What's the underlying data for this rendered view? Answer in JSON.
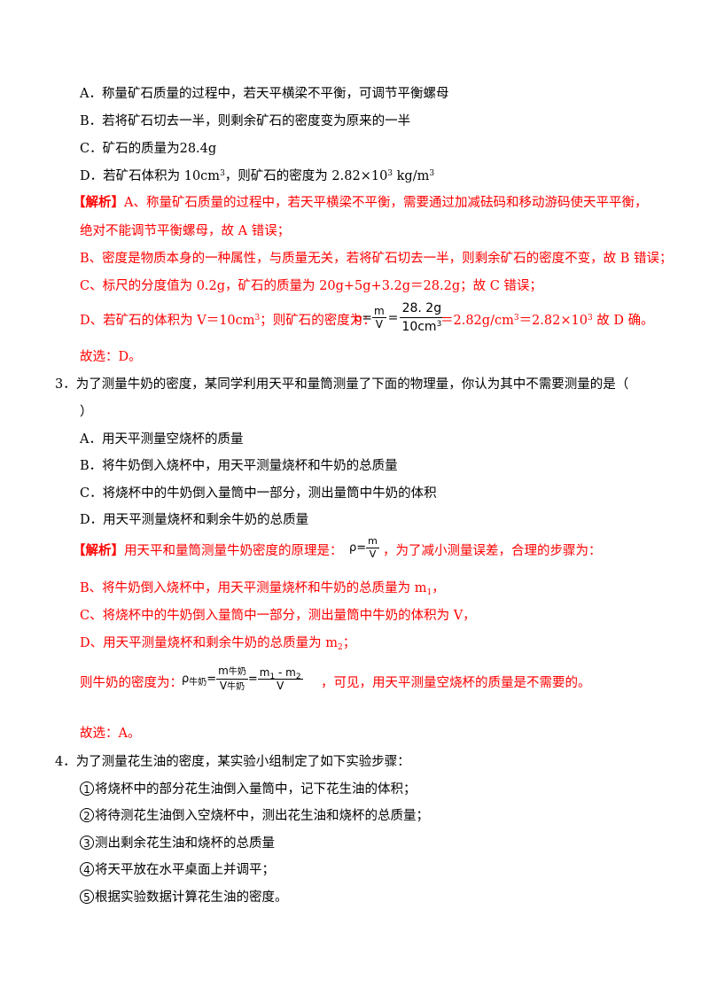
{
  "options_q2": {
    "a": "A．称量矿石质量的过程中，若天平横梁不平衡，可调节平衡螺母",
    "b": "B．若将矿石切去一半，则剩余矿石的密度变为原来的一半",
    "c": "C．矿石的质量为28.4g",
    "d_pre": "D．若矿石体积为 10cm",
    "d_mid": "，则矿石的密度为 2.82×10",
    "d_unit": " kg/m"
  },
  "analysis_q2": {
    "tag": "【解析】",
    "a1": "A、称量矿石质量的过程中，若天平横梁不平衡，需要通过加减砝码和移动游码使天平平衡，",
    "a2": "绝对不能调节平衡螺母，故 A 错误；",
    "b": "B、密度是物质本身的一种属性，与质量无关，若将矿石切去一半，则剩余矿石的密度不变，故 B 错误；",
    "c": "C、标尺的分度值为 0.2g，矿石的质量为 20g+5g+3.2g＝28.2g；故 C 错误；",
    "d_pre": "D、若矿石的体积为 V＝10cm",
    "d_mid": "；则矿石的密度为：",
    "rho": "ρ",
    "f_m": "m",
    "f_v": "V",
    "f_num": "28. 2g",
    "f_den": "10cm",
    "d_post": "＝2.82g/cm",
    "d_post2": "＝2.82×10",
    "d_end": " 故 D 确。",
    "answer": "故选：D。"
  },
  "q3": {
    "stem1": "3．为了测量牛奶的密度，某同学利用天平和量筒测量了下面的物理量，你认为其中不需要测量的是（",
    "stem2": "）",
    "a": "A．用天平测量空烧杯的质量",
    "b": "B．将牛奶倒入烧杯中，用天平测量烧杯和牛奶的总质量",
    "c": "C．将烧杯中的牛奶倒入量筒中一部分，测出量筒中牛奶的体积",
    "d": "D．用天平测量烧杯和剩余牛奶的总质量"
  },
  "analysis_q3": {
    "tag": "【解析】",
    "intro": "用天平和量筒测量牛奶密度的原理是：",
    "rho": "ρ",
    "m": "m",
    "v": "V",
    "intro_end": "，为了减小测量误差，合理的步骤为：",
    "b": "B、将牛奶倒入烧杯中，用天平测量烧杯和牛奶的总质量为 m",
    "b_sub": "1",
    "b_end": "，",
    "c": "C、将烧杯中的牛奶倒入量筒中一部分，测出量筒中牛奶的体积为 V，",
    "d": "D、用天平测量烧杯和剩余牛奶的总质量为 m",
    "d_sub": "2",
    "d_end": "；",
    "density_pre": "则牛奶的密度为：",
    "f_rho": "ρ",
    "f_rho_sub": "牛奶",
    "f_m": "m",
    "f_m_sub": "牛奶",
    "f_v": "V",
    "f_v_sub": "牛奶",
    "f_num": "m",
    "f_num_1": "1",
    "f_minus": " - m",
    "f_num_2": "2",
    "f_den": "V",
    "density_post": "，可见，用天平测量空烧杯的质量是不需要的。",
    "answer": "故选：A。"
  },
  "q4": {
    "stem": "4．为了测量花生油的密度，某实验小组制定了如下实验步骤：",
    "steps": [
      {
        "n": "1",
        "text": "将烧杯中的部分花生油倒入量筒中，记下花生油的体积；"
      },
      {
        "n": "2",
        "text": "将待测花生油倒入空烧杯中，测出花生油和烧杯的总质量；"
      },
      {
        "n": "3",
        "text": "测出剩余花生油和烧杯的总质量"
      },
      {
        "n": "4",
        "text": "将天平放在水平桌面上并调平；"
      },
      {
        "n": "5",
        "text": "根据实验数据计算花生油的密度。"
      }
    ]
  },
  "sup": {
    "three": "3"
  }
}
